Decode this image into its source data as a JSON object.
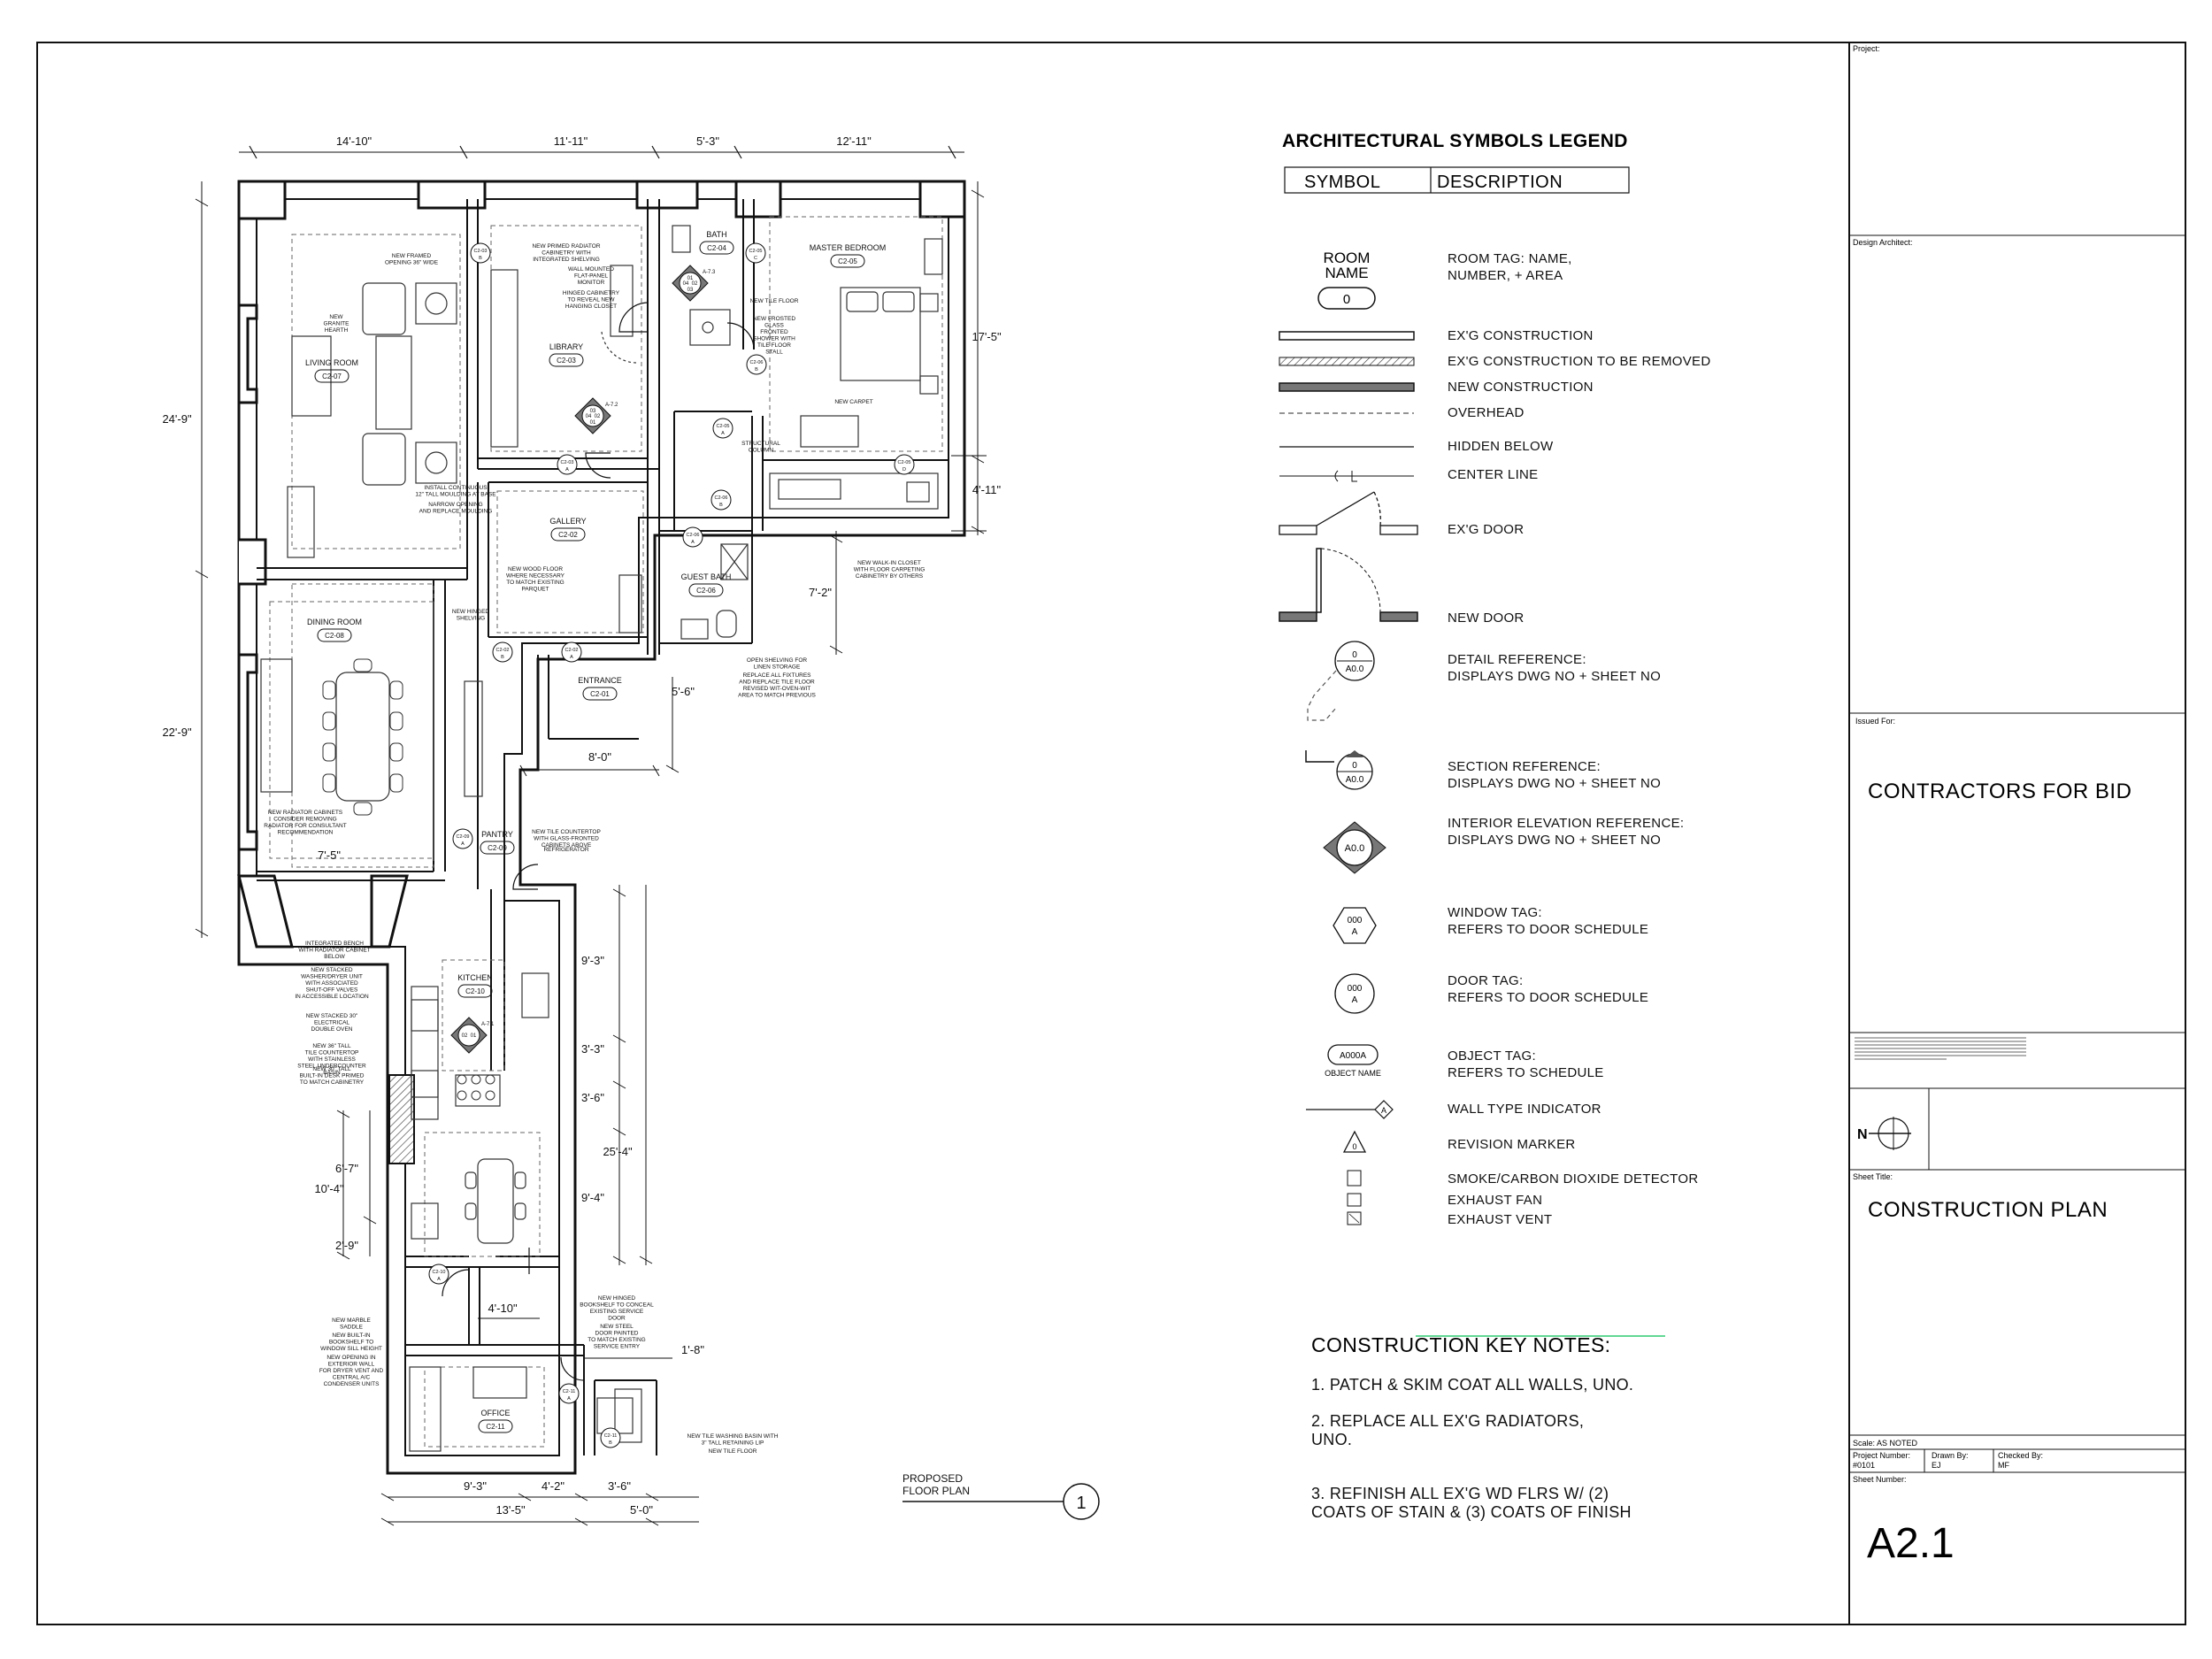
{
  "sheet": {
    "title": "CONSTRUCTION PLAN",
    "number": "A2.1",
    "issued_for": "CONTRACTORS FOR BID",
    "labels": {
      "project": "Project:",
      "design_architect": "Design Architect:",
      "issued_for": "Issued For:",
      "sheet_title": "Sheet Title:",
      "scale": "Scale: AS NOTED",
      "project_number": "Project Number:",
      "project_number_value": "#0101",
      "drawn_by": "Drawn By:",
      "drawn_by_value": "EJ",
      "checked_by": "Checked By:",
      "checked_by_value": "MF",
      "sheet_number": "Sheet Number:"
    },
    "north": "N"
  },
  "legend": {
    "title": "ARCHITECTURAL SYMBOLS LEGEND",
    "col_symbol": "SYMBOL",
    "col_description": "DESCRIPTION",
    "room_tag_symbol": {
      "line1": "ROOM",
      "line2": "NAME",
      "number": "0"
    },
    "detail_symbol": {
      "top": "0",
      "bottom": "A0.0"
    },
    "section_symbol": {
      "top": "0",
      "bottom": "A0.0"
    },
    "elevation_symbol": {
      "center": "A0.0"
    },
    "window_symbol": {
      "top": "000",
      "bottom": "A"
    },
    "door_symbol": {
      "top": "000",
      "bottom": "A"
    },
    "object_symbol": {
      "text": "A000A",
      "caption": "OBJECT NAME"
    },
    "wall_type_symbol": "A",
    "revision_symbol": "0",
    "items": [
      {
        "l1": "ROOM TAG: NAME,",
        "l2": "NUMBER, + AREA"
      },
      {
        "l1": "EX'G CONSTRUCTION"
      },
      {
        "l1": "EX'G CONSTRUCTION TO BE REMOVED"
      },
      {
        "l1": "NEW CONSTRUCTION"
      },
      {
        "l1": "OVERHEAD"
      },
      {
        "l1": "HIDDEN BELOW"
      },
      {
        "l1": "CENTER LINE"
      },
      {
        "l1": "EX'G DOOR"
      },
      {
        "l1": "NEW DOOR"
      },
      {
        "l1": "DETAIL REFERENCE:",
        "l2": "DISPLAYS DWG NO + SHEET NO"
      },
      {
        "l1": "SECTION REFERENCE:",
        "l2": "DISPLAYS DWG NO + SHEET NO"
      },
      {
        "l1": "INTERIOR ELEVATION REFERENCE:",
        "l2": "DISPLAYS DWG NO + SHEET NO"
      },
      {
        "l1": "WINDOW TAG:",
        "l2": "REFERS TO DOOR SCHEDULE"
      },
      {
        "l1": "DOOR TAG:",
        "l2": "REFERS TO DOOR SCHEDULE"
      },
      {
        "l1": "OBJECT TAG:",
        "l2": "REFERS TO SCHEDULE"
      },
      {
        "l1": "WALL TYPE INDICATOR"
      },
      {
        "l1": "REVISION MARKER"
      },
      {
        "l1": "SMOKE/CARBON DIOXIDE DETECTOR"
      },
      {
        "l1": "EXHAUST FAN"
      },
      {
        "l1": "EXHAUST VENT"
      }
    ]
  },
  "notes": {
    "title": "CONSTRUCTION KEY NOTES:",
    "items": [
      {
        "l1": "1. PATCH & SKIM COAT ALL WALLS, UNO."
      },
      {
        "l1": "2. REPLACE ALL EX'G RADIATORS,",
        "l2": "UNO."
      },
      {
        "l1": "3. REFINISH ALL EX'G WD FLRS W/ (2)",
        "l2": "COATS OF STAIN & (3) COATS OF FINISH"
      }
    ]
  },
  "plan": {
    "caption_l1": "PROPOSED",
    "caption_l2": "FLOOR PLAN",
    "caption_number": "1",
    "rooms": [
      {
        "name": "LIVING ROOM",
        "num": "C2-07"
      },
      {
        "name": "LIBRARY",
        "num": "C2-03"
      },
      {
        "name": "BATH",
        "num": "C2-04"
      },
      {
        "name": "MASTER BEDROOM",
        "num": "C2-05"
      },
      {
        "name": "GALLERY",
        "num": "C2-02"
      },
      {
        "name": "GUEST BATH",
        "num": "C2-06"
      },
      {
        "name": "DINING ROOM",
        "num": "C2-08"
      },
      {
        "name": "ENTRANCE",
        "num": "C2-01"
      },
      {
        "name": "PANTRY",
        "num": "C2-09"
      },
      {
        "name": "KITCHEN",
        "num": "C2-10"
      },
      {
        "name": "OFFICE",
        "num": "C2-11"
      }
    ],
    "dims": {
      "top": [
        "14'-10\"",
        "11'-11\"",
        "5'-3\"",
        "12'-11\""
      ],
      "left": [
        "24'-9\"",
        "22'-9\""
      ],
      "right_top": [
        "17'-5\"",
        "4'-11\""
      ],
      "guest": [
        "7'-2\"",
        "5'-6\"",
        "8'-0\"",
        "7'-5\""
      ],
      "kitchen_right": [
        "9'-3\"",
        "3'-3\"",
        "3'-6\"",
        "25'-4\"",
        "9'-4\""
      ],
      "kitchen_left": [
        "6'-7\"",
        "10'-4\"",
        "2'-9\""
      ],
      "office": [
        "4'-10\"",
        "1'-8\""
      ],
      "bottom": [
        "9'-3\"",
        "4'-2\"",
        "3'-6\"",
        "13'-5\"",
        "5'-0\""
      ]
    },
    "annotations": [
      {
        "l": [
          "NEW FRAMED",
          "OPENING 36\" WIDE"
        ]
      },
      {
        "l": [
          "NEW",
          "GRANITE",
          "HEARTH"
        ]
      },
      {
        "l": [
          "NEW PRIMED RADIATOR",
          "CABINETRY WITH",
          "INTEGRATED SHELVING"
        ]
      },
      {
        "l": [
          "WALL MOUNTED",
          "FLAT-PANEL",
          "MONITOR"
        ]
      },
      {
        "l": [
          "HINGED CABINETRY",
          "TO REVEAL NEW",
          "HANGING CLOSET"
        ]
      },
      {
        "l": [
          "NEW TILE FLOOR"
        ]
      },
      {
        "l": [
          "NEW FROSTED",
          "GLASS",
          "FRONTED",
          "SHOWER WITH",
          "TILE FLOOR",
          "STALL"
        ]
      },
      {
        "l": [
          "NEW CARPET"
        ]
      },
      {
        "l": [
          "STRUCTURAL",
          "COLUMN"
        ]
      },
      {
        "l": [
          "INSTALL CONTINUOUS",
          "12\" TALL MOULDING AT BASE"
        ]
      },
      {
        "l": [
          "NARROW OPENING",
          "AND REPLACE MOULDING"
        ]
      },
      {
        "l": [
          "NEW WOOD FLOOR",
          "WHERE NECESSARY",
          "TO MATCH EXISTING",
          "PARQUET"
        ]
      },
      {
        "l": [
          "NEW WALK-IN CLOSET",
          "WITH FLOOR CARPETING",
          "CABINETRY BY OTHERS"
        ]
      },
      {
        "l": [
          "NEW HINGED",
          "SHELVING"
        ]
      },
      {
        "l": [
          "OPEN SHELVING FOR",
          "LINEN STORAGE"
        ]
      },
      {
        "l": [
          "REPLACE ALL FIXTURES",
          "AND REPLACE TILE FLOOR",
          "REVISED WIT-OVEN-WIT",
          "AREA TO MATCH PREVIOUS"
        ]
      },
      {
        "l": [
          "NEW RADIATOR CABINETS",
          "CONSIDER REMOVING",
          "RADIATOR FOR CONSULTANT",
          "RECOMMENDATION"
        ]
      },
      {
        "l": [
          "NEW TILE COUNTERTOP",
          "WITH GLASS-FRONTED",
          "CABINETS ABOVE"
        ]
      },
      {
        "l": [
          "REFRIGERATOR"
        ]
      },
      {
        "l": [
          "INTEGRATED BENCH",
          "WITH RADIATOR CABINET",
          "BELOW"
        ]
      },
      {
        "l": [
          "NEW STACKED",
          "WASHER/DRYER UNIT",
          "WITH ASSOCIATED",
          "SHUT-OFF VALVES",
          "IN ACCESSIBLE LOCATION"
        ]
      },
      {
        "l": [
          "NEW STACKED 30\"",
          "ELECTRICAL",
          "DOUBLE OVEN"
        ]
      },
      {
        "l": [
          "NEW 36\" TALL",
          "TILE COUNTERTOP",
          "WITH STAINLESS",
          "STEEL UNDERCOUNTER",
          "BASIN"
        ]
      },
      {
        "l": [
          "NEW 30\" TALL",
          "BUILT-IN DESK PRIMED",
          "TO MATCH CABINETRY"
        ]
      },
      {
        "l": [
          "NEW HINGED",
          "BOOKSHELF TO CONCEAL",
          "EXISTING SERVICE",
          "DOOR"
        ]
      },
      {
        "l": [
          "NEW STEEL",
          "DOOR PAINTED",
          "TO MATCH EXISTING",
          "SERVICE ENTRY"
        ]
      },
      {
        "l": [
          "NEW MARBLE",
          "SADDLE"
        ]
      },
      {
        "l": [
          "NEW BUILT-IN",
          "BOOKSHELF TO",
          "WINDOW SILL HEIGHT"
        ]
      },
      {
        "l": [
          "NEW OPENING IN",
          "EXTERIOR WALL",
          "FOR DRYER VENT AND",
          "CENTRAL A/C",
          "CONDENSER UNITS"
        ]
      },
      {
        "l": [
          "NEW TILE WASHING BASIN WITH",
          "3\" TALL RETAINING LIP"
        ]
      },
      {
        "l": [
          "NEW TILE FLOOR"
        ]
      }
    ],
    "elev_tags": [
      {
        "a": "04",
        "b": "02",
        "c": "01",
        "d": "03",
        "sheet": "A-7.3"
      },
      {
        "a": "04",
        "b": "02",
        "c": "03",
        "d": "01",
        "sheet": "A-7.2"
      },
      {
        "a": "02",
        "b": "01",
        "sheet": "A-7.1"
      }
    ],
    "door_tags": [
      {
        "t": "C2-03",
        "b": "B"
      },
      {
        "t": "C2-03",
        "b": "A"
      },
      {
        "t": "C2-05",
        "b": "C"
      },
      {
        "t": "C2-06",
        "b": "B"
      },
      {
        "t": "C2-05",
        "b": "A"
      },
      {
        "t": "C2-05",
        "b": "D"
      },
      {
        "t": "C2-06",
        "b": "B"
      },
      {
        "t": "C2-06",
        "b": "A"
      },
      {
        "t": "C2-02",
        "b": "B"
      },
      {
        "t": "C2-02",
        "b": "A"
      },
      {
        "t": "C2-09",
        "b": "A"
      },
      {
        "t": "C2-10",
        "b": "A"
      },
      {
        "t": "C2-11",
        "b": "A"
      },
      {
        "t": "C2-11",
        "b": "B"
      }
    ]
  }
}
